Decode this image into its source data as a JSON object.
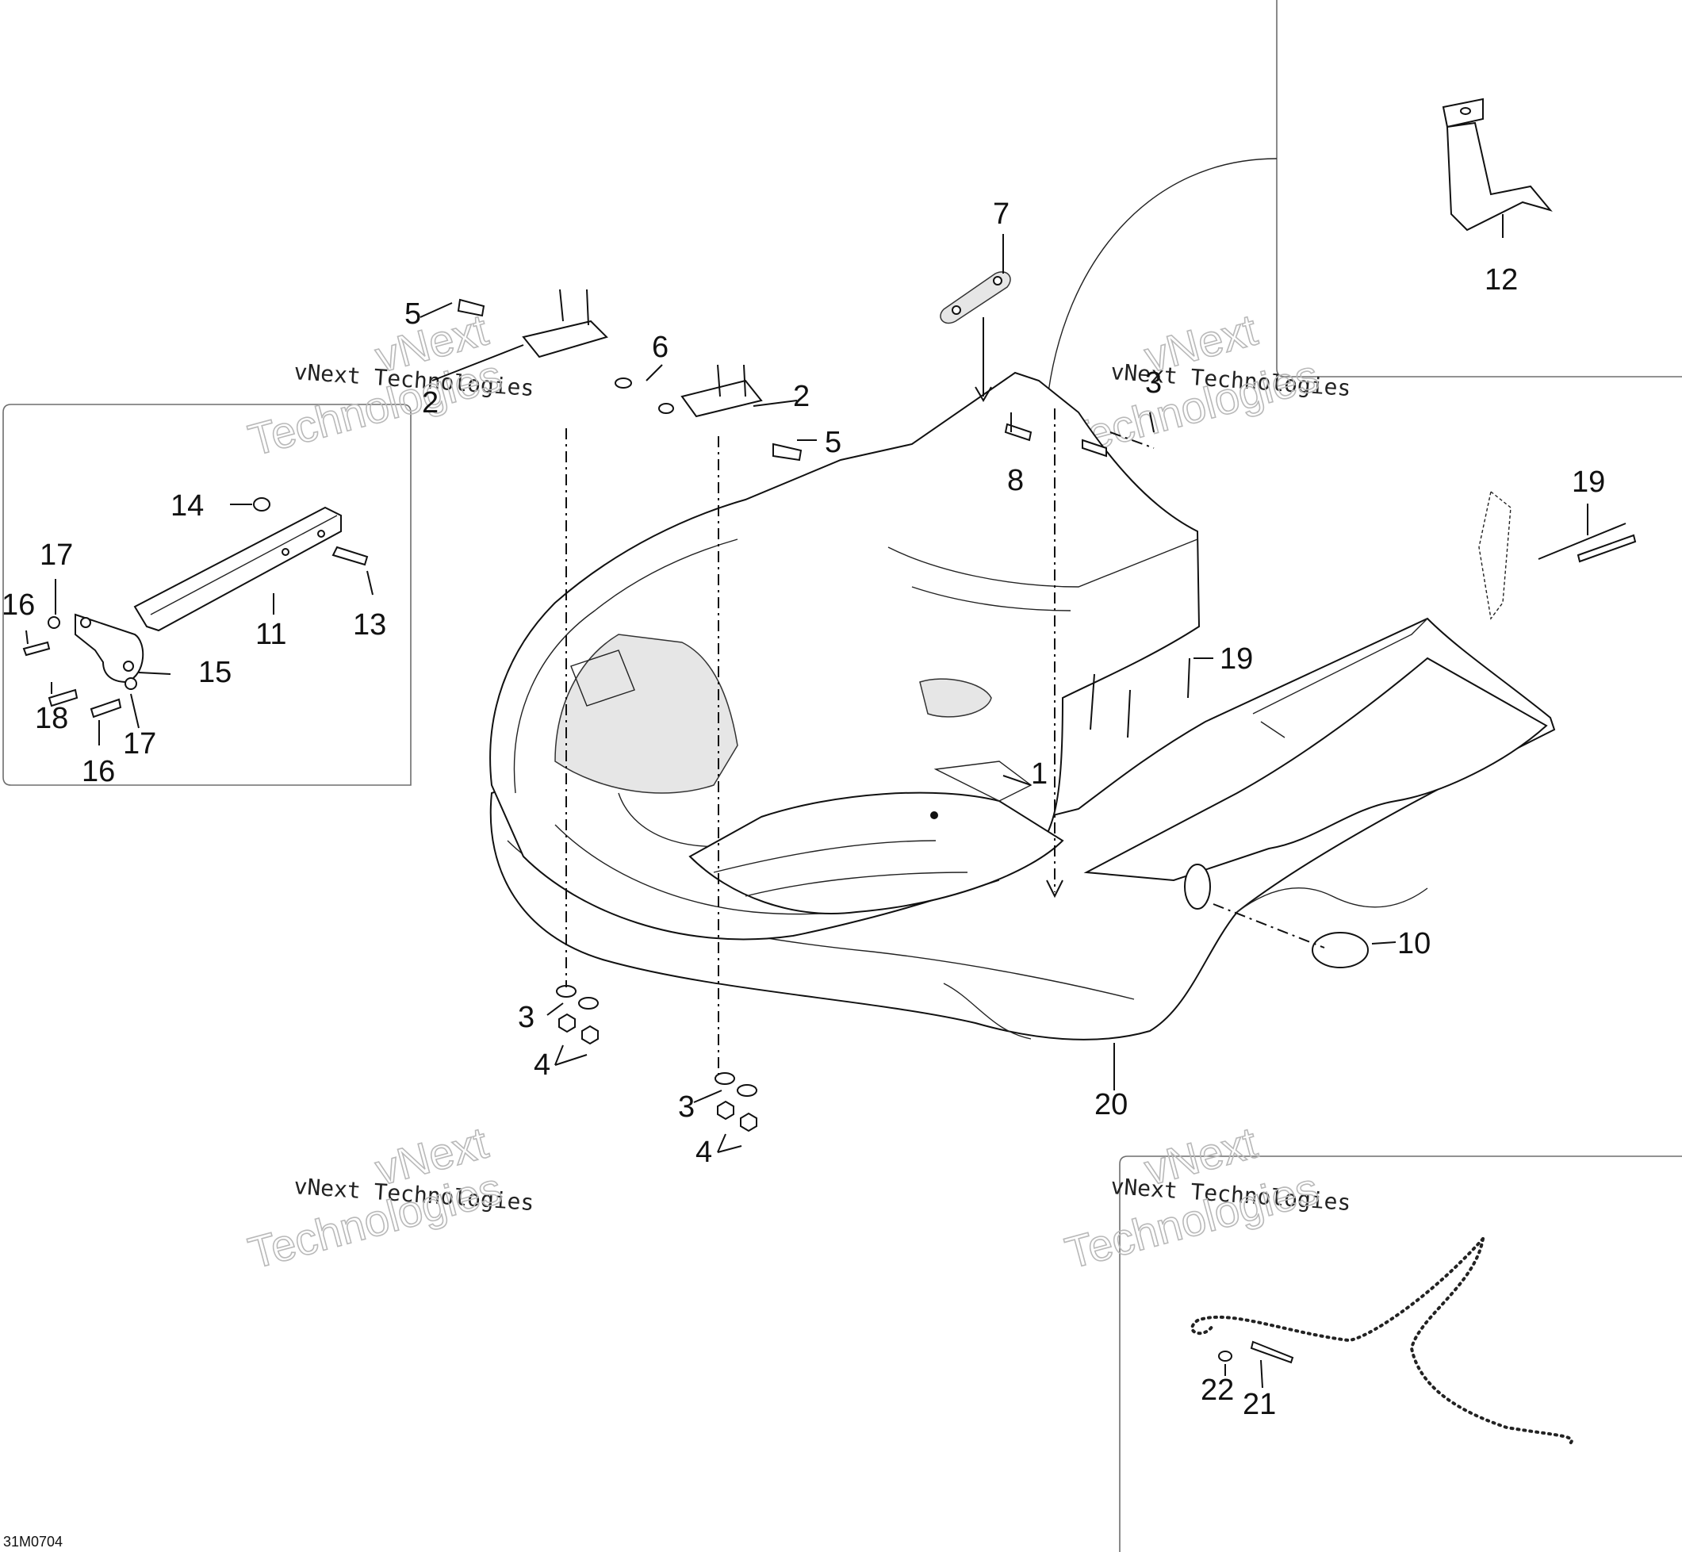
{
  "drawing_code": "31M0704",
  "watermarks": [
    {
      "small": "vNext Technologies",
      "large1": "vNext",
      "large2": "Technologies"
    },
    {
      "small": "vNext Technologies",
      "large1": "vNext",
      "large2": "Technologies"
    },
    {
      "small": "vNext Technologies",
      "large1": "vNext",
      "large2": "Technologies"
    },
    {
      "small": "vNext Technologies",
      "large1": "vNext",
      "large2": "Technologies"
    }
  ],
  "callouts": {
    "c1": "1",
    "c2a": "2",
    "c2b": "2",
    "c3a": "3",
    "c3b": "3",
    "c3c": "3",
    "c4a": "4",
    "c4b": "4",
    "c5a": "5",
    "c5b": "5",
    "c6": "6",
    "c7": "7",
    "c8": "8",
    "c10": "10",
    "c11": "11",
    "c12": "12",
    "c13": "13",
    "c14": "14",
    "c15": "15",
    "c16a": "16",
    "c16b": "16",
    "c17a": "17",
    "c17b": "17",
    "c18": "18",
    "c19a": "19",
    "c19b": "19",
    "c20": "20",
    "c21": "21",
    "c22": "22"
  }
}
